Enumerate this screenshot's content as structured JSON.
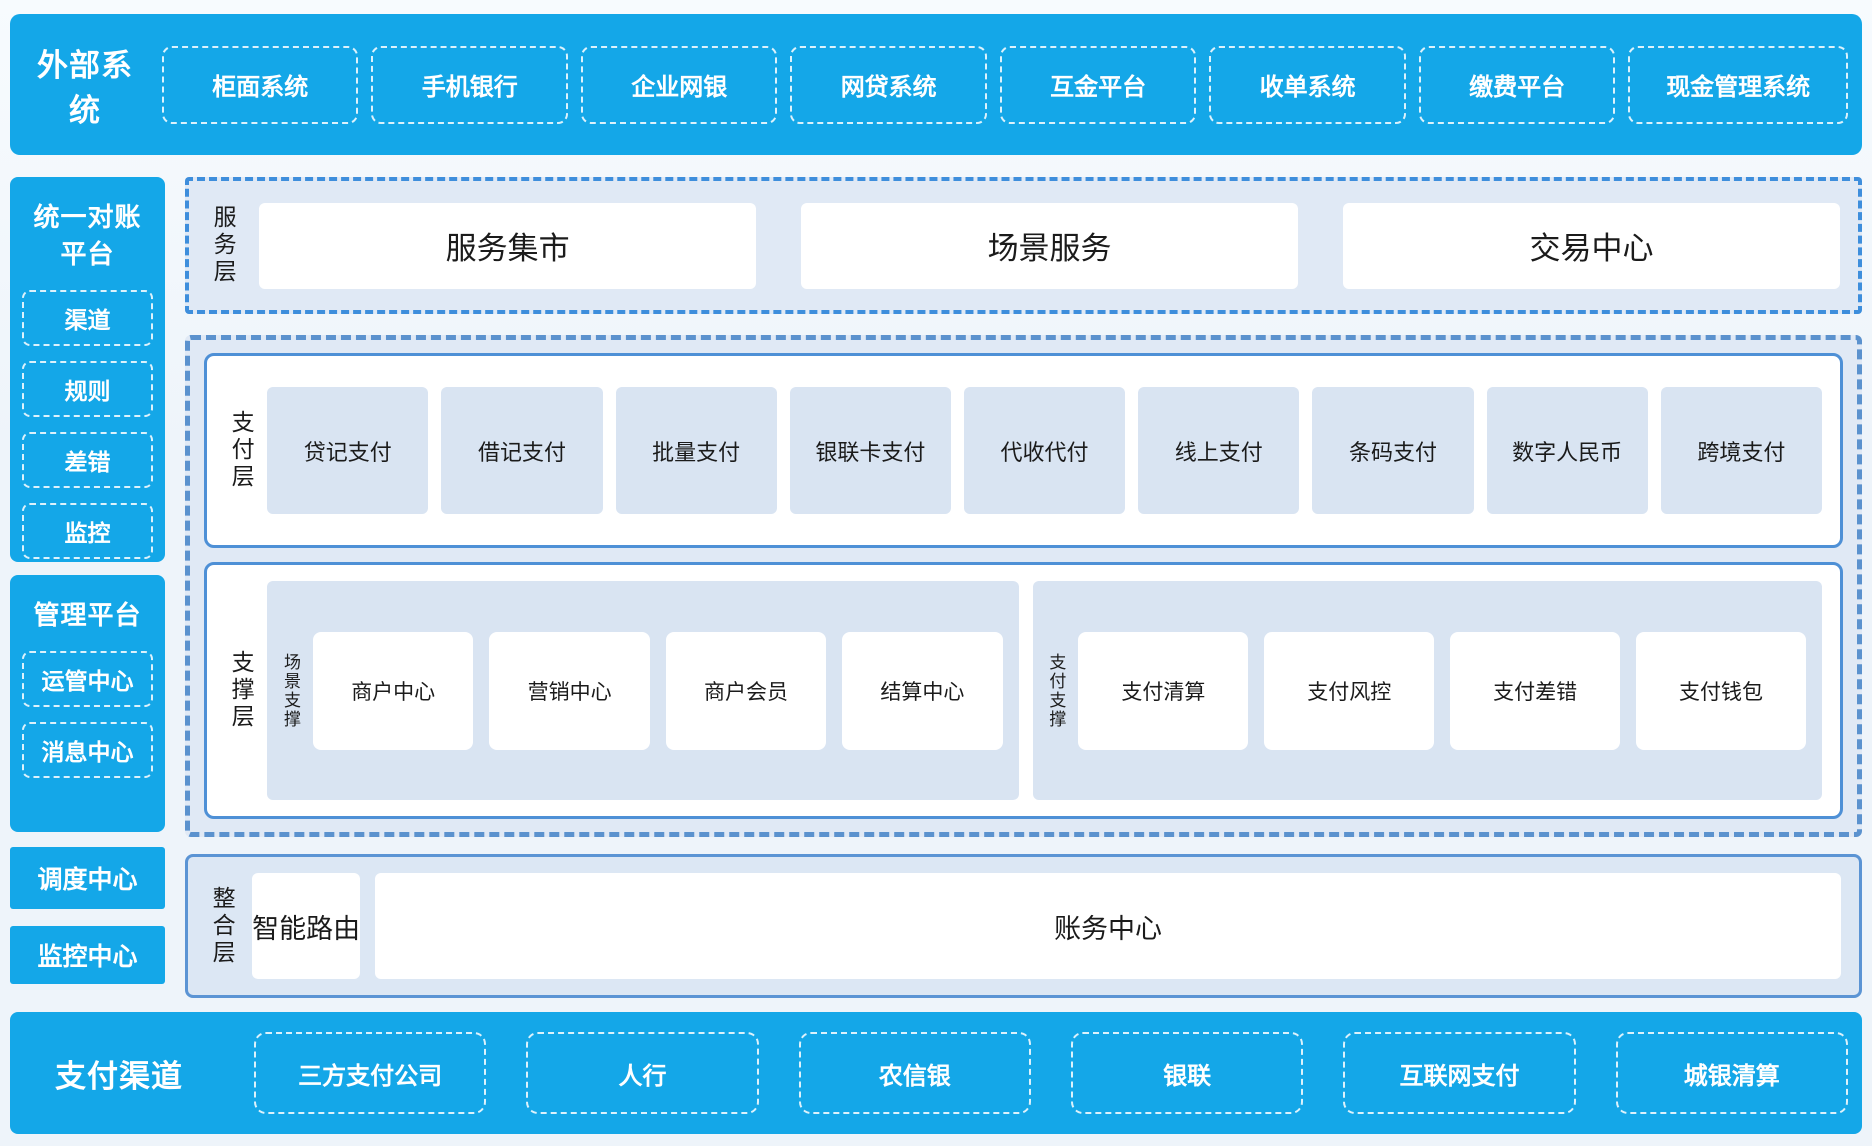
{
  "colors": {
    "brand_blue": "#14a7e8",
    "panel_light_bg": "#e0e9f5",
    "node_light_blue": "#d9e4f2",
    "frame_dashdot_blue": "#3e8edc",
    "frame_dashed_blue": "#5b92ce",
    "frame_solid_blue": "#4e90d6",
    "text_dark": "#1b1b1b",
    "text_white": "#ffffff"
  },
  "top_bar": {
    "title": "外部系统",
    "items": [
      "柜面系统",
      "手机银行",
      "企业网银",
      "网贷系统",
      "互金平台",
      "收单系统",
      "缴费平台",
      "现金管理系统"
    ]
  },
  "left_column": {
    "reconciliation": {
      "title": "统一对账平台",
      "items": [
        "渠道",
        "规则",
        "差错",
        "监控"
      ]
    },
    "management": {
      "title": "管理平台",
      "items": [
        "运管中心",
        "消息中心"
      ]
    },
    "solo_items": [
      "调度中心",
      "监控中心"
    ]
  },
  "service_layer": {
    "label": "服务层",
    "items": [
      "服务集市",
      "场景服务",
      "交易中心"
    ]
  },
  "payment_layer": {
    "label": "支付层",
    "items": [
      "贷记支付",
      "借记支付",
      "批量支付",
      "银联卡支付",
      "代收代付",
      "线上支付",
      "条码支付",
      "数字人民币",
      "跨境支付"
    ]
  },
  "support_layer": {
    "label": "支撑层",
    "groups": [
      {
        "label": "场景支撑",
        "items": [
          "商户中心",
          "营销中心",
          "商户会员",
          "结算中心"
        ]
      },
      {
        "label": "支付支撑",
        "items": [
          "支付清算",
          "支付风控",
          "支付差错",
          "支付钱包"
        ]
      }
    ]
  },
  "integration_layer": {
    "label": "整合层",
    "items": [
      "智能路由",
      "账务中心"
    ]
  },
  "bottom_bar": {
    "title": "支付渠道",
    "items": [
      "三方支付公司",
      "人行",
      "农信银",
      "银联",
      "互联网支付",
      "城银清算"
    ]
  }
}
